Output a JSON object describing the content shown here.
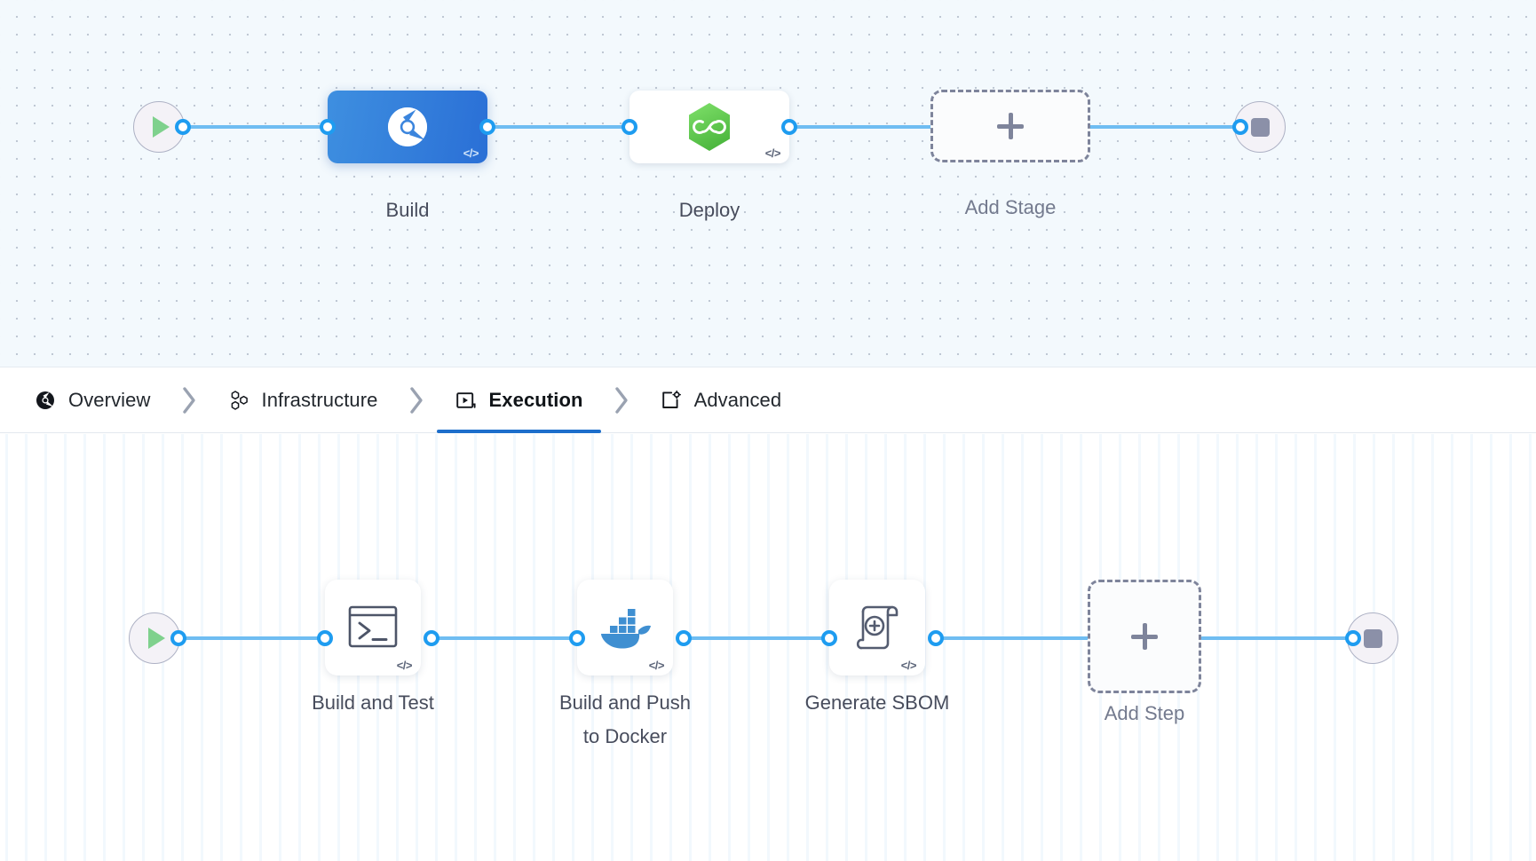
{
  "stage_graph": {
    "start_node": {
      "icon": "play-icon",
      "name": "pipeline-start"
    },
    "end_node": {
      "icon": "stop-icon",
      "name": "pipeline-end"
    },
    "stages": [
      {
        "id": "build",
        "label": "Build",
        "icon": "harness-ci-icon",
        "selected": true,
        "code_badge": "</>"
      },
      {
        "id": "deploy",
        "label": "Deploy",
        "icon": "harness-cd-icon",
        "selected": false,
        "code_badge": "</>"
      }
    ],
    "add_stage": {
      "label": "Add Stage",
      "icon": "plus-icon"
    }
  },
  "tabs": {
    "items": [
      {
        "id": "overview",
        "label": "Overview",
        "icon": "overview-pie-icon",
        "active": false
      },
      {
        "id": "infrastructure",
        "label": "Infrastructure",
        "icon": "hexagon-cluster-icon",
        "active": false
      },
      {
        "id": "execution",
        "label": "Execution",
        "icon": "execution-play-icon",
        "active": true
      },
      {
        "id": "advanced",
        "label": "Advanced",
        "icon": "advanced-gear-icon",
        "active": false
      }
    ],
    "separator_icon": "chevron-right-icon",
    "active_underline_color": "#1d6ecb"
  },
  "step_graph": {
    "start_node": {
      "icon": "play-icon",
      "name": "execution-start"
    },
    "end_node": {
      "icon": "stop-icon",
      "name": "execution-end"
    },
    "steps": [
      {
        "id": "build-and-test",
        "label": "Build and Test",
        "icon": "terminal-icon",
        "code_badge": "</>"
      },
      {
        "id": "build-and-push-docker",
        "label": "Build and Push\nto Docker",
        "icon": "docker-whale-icon",
        "code_badge": "</>"
      },
      {
        "id": "generate-sbom",
        "label": "Generate SBOM",
        "icon": "sbom-scroll-icon",
        "code_badge": "</>"
      }
    ],
    "add_step": {
      "label": "Add Step",
      "icon": "plus-icon"
    }
  },
  "colors": {
    "edge": "#6fbdf2",
    "port_ring": "#1e9cf0",
    "selected_stage_gradient_from": "#3e8fe0",
    "selected_stage_gradient_to": "#2a6fd6",
    "cd_hexagon_green": "#5ec14e",
    "docker_blue": "#3f8fd1",
    "play_green": "#7fd18d",
    "stop_gray": "#8b90a8",
    "dashed_border": "#7e849b",
    "stage_canvas_bg": "#f3f9fd",
    "step_canvas_bg": "#ffffff"
  }
}
